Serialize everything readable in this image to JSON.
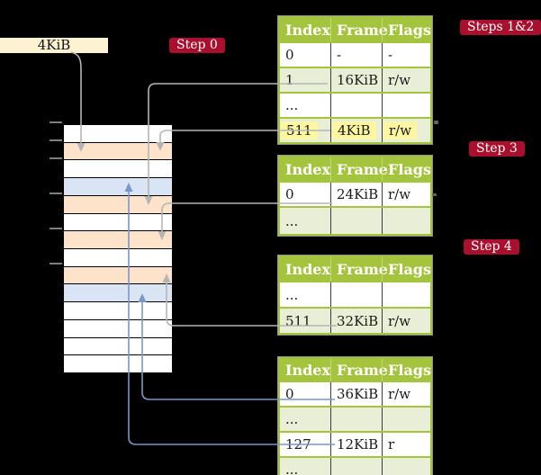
{
  "page_size_label": {
    "text": "4KiB"
  },
  "step_badges": [
    {
      "name": "step-0",
      "text": "Step 0"
    },
    {
      "name": "steps-1-2",
      "text": "Steps 1&2"
    },
    {
      "name": "step-3",
      "text": "Step 3"
    },
    {
      "name": "step-4",
      "text": "Step 4"
    }
  ],
  "memory_column": {
    "description": "physical memory frames, one row per 4KiB frame",
    "rows": [
      "free",
      "page-table",
      "free",
      "data-page",
      "page-table",
      "free",
      "page-table",
      "free",
      "page-table",
      "data-page",
      "free",
      "free",
      "free",
      "free"
    ]
  },
  "tables": [
    {
      "name": "page-table-steps-1-2",
      "headers": [
        "Index",
        "Frame",
        "Flags"
      ],
      "rows": [
        {
          "cells": [
            "0",
            "-",
            "-"
          ]
        },
        {
          "cells": [
            "1",
            "16KiB",
            "r/w"
          ]
        },
        {
          "cells": [
            "...",
            "",
            ""
          ]
        },
        {
          "cells": [
            "511",
            "4KiB",
            "r/w"
          ],
          "highlight": true
        }
      ]
    },
    {
      "name": "page-table-step-3",
      "headers": [
        "Index",
        "Frame",
        "Flags"
      ],
      "rows": [
        {
          "cells": [
            "0",
            "24KiB",
            "r/w"
          ]
        },
        {
          "cells": [
            "...",
            "",
            ""
          ]
        }
      ]
    },
    {
      "name": "page-table-step-4",
      "headers": [
        "Index",
        "Frame",
        "Flags"
      ],
      "rows": [
        {
          "cells": [
            "...",
            "",
            ""
          ]
        },
        {
          "cells": [
            "511",
            "32KiB",
            "r/w"
          ]
        }
      ]
    },
    {
      "name": "page-table-leaf",
      "headers": [
        "Index",
        "Frame",
        "Flags"
      ],
      "rows": [
        {
          "cells": [
            "0",
            "36KiB",
            "r/w"
          ]
        },
        {
          "cells": [
            "...",
            "",
            ""
          ]
        },
        {
          "cells": [
            "127",
            "12KiB",
            "r"
          ]
        },
        {
          "cells": [
            "...",
            "",
            ""
          ]
        }
      ]
    }
  ],
  "palette": {
    "background": "#000000",
    "cream": "#fdf3d2",
    "badge_red": "#a8102e",
    "header_green": "#a5c43e",
    "row_green": "#e9efd6",
    "hl_yellow": "#fdf7a0",
    "frame_free": "#ffffff",
    "frame_page_table": "#fde3c9",
    "frame_data_page": "#d9e5f5",
    "arrow_gray": "#b5b5b5",
    "arrow_blue": "#7b96c8"
  }
}
